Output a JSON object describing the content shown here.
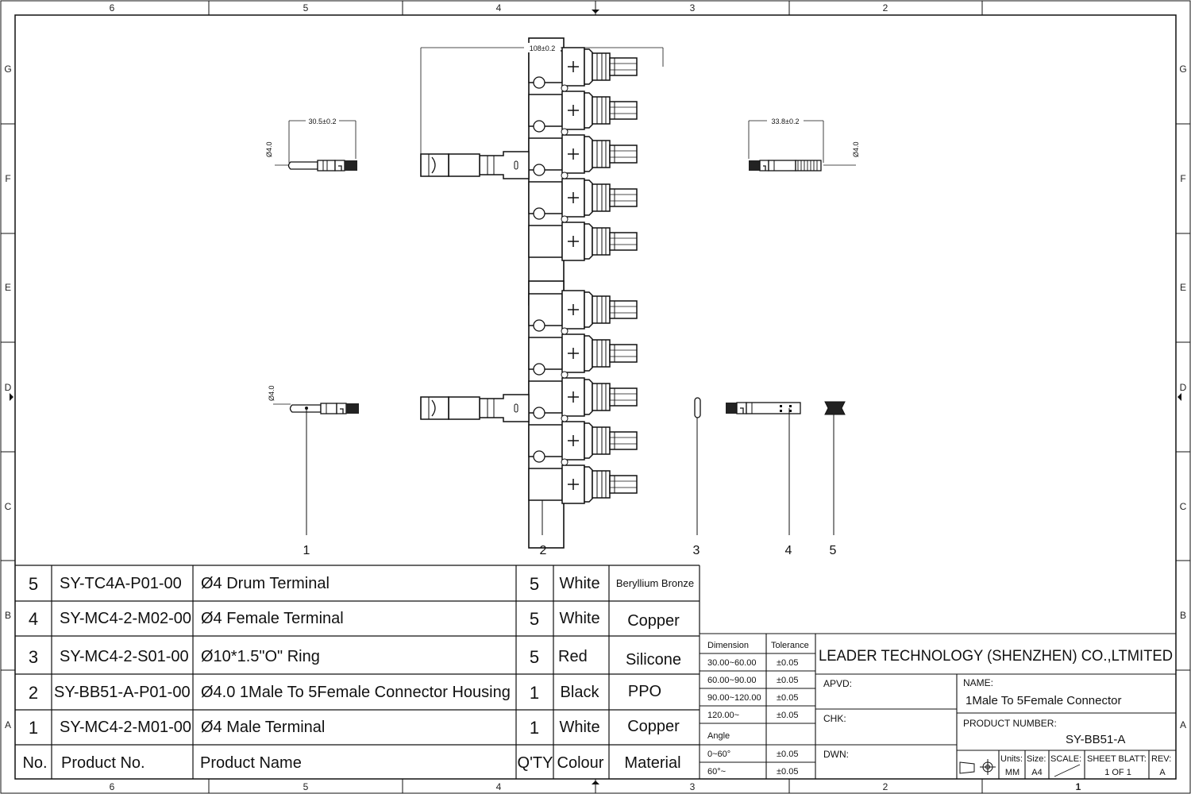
{
  "zones": {
    "columns": [
      "6",
      "5",
      "4",
      "3",
      "2",
      "1"
    ],
    "rows": [
      "G",
      "F",
      "E",
      "D",
      "C",
      "B",
      "A"
    ]
  },
  "dimensions": {
    "overall_length": "108±0.2",
    "male_terminal_length": "30.5±0.2",
    "female_terminal_length": "33.8±0.2",
    "male_terminal_dia": "Ø4.0",
    "female_terminal_dia": "Ø4.0",
    "male_terminal_dia_lower": "Ø4.0"
  },
  "callouts": [
    "1",
    "2",
    "3",
    "4",
    "5"
  ],
  "bom": {
    "header": {
      "no": "No.",
      "product_no": "Product  No.",
      "product_name": "Product  Name",
      "qty": "Q'TY",
      "colour": "Colour",
      "material": "Material"
    },
    "rows": [
      {
        "no": "5",
        "product_no": "SY-TC4A-P01-00",
        "product_name": "Ø4 Drum Terminal",
        "qty": "5",
        "colour": "White",
        "material": "Beryllium Bronze"
      },
      {
        "no": "4",
        "product_no": "SY-MC4-2-M02-00",
        "product_name": "Ø4 Female Terminal",
        "qty": "5",
        "colour": "White",
        "material": "Copper"
      },
      {
        "no": "3",
        "product_no": "SY-MC4-2-S01-00",
        "product_name": "Ø10*1.5\"O\" Ring",
        "qty": "5",
        "colour": "Red",
        "material": "Silicone"
      },
      {
        "no": "2",
        "product_no": "SY-BB51-A-P01-00",
        "product_name": "Ø4.0  1Male To 5Female Connector Housing",
        "qty": "1",
        "colour": "Black",
        "material": "PPO"
      },
      {
        "no": "1",
        "product_no": "SY-MC4-2-M01-00",
        "product_name": "Ø4 Male Terminal",
        "qty": "1",
        "colour": "White",
        "material": "Copper"
      }
    ]
  },
  "tolerance": {
    "head_dimension": "Dimension",
    "head_tolerance": "Tolerance",
    "rows": [
      {
        "range": "30.00~60.00",
        "tol": "±0.05"
      },
      {
        "range": "60.00~90.00",
        "tol": "±0.05"
      },
      {
        "range": "90.00~120.00",
        "tol": "±0.05"
      },
      {
        "range": "120.00~",
        "tol": "±0.05"
      }
    ],
    "angle_label": "Angle",
    "angle_rows": [
      {
        "range": "0~60°",
        "tol": "±0.05"
      },
      {
        "range": "60°~",
        "tol": "±0.05"
      }
    ]
  },
  "title_block": {
    "company": "LEADER  TECHNOLOGY  (SHENZHEN) CO.,LTMITED",
    "apvd": "APVD:",
    "chk": "CHK:",
    "dwn": "DWN:",
    "name_label": "NAME:",
    "name_value": "1Male To 5Female Connector",
    "pn_label": "PRODUCT  NUMBER:",
    "pn_value": "SY-BB51-A",
    "units_label": "Units:",
    "units_value": "MM",
    "size_label": "Size:",
    "size_value": "A4",
    "scale_label": "SCALE:",
    "sheet_label": "SHEET BLATT:",
    "sheet_value": "1   OF   1",
    "rev_label": "REV:",
    "rev_value": "A",
    "page_number": "1"
  }
}
